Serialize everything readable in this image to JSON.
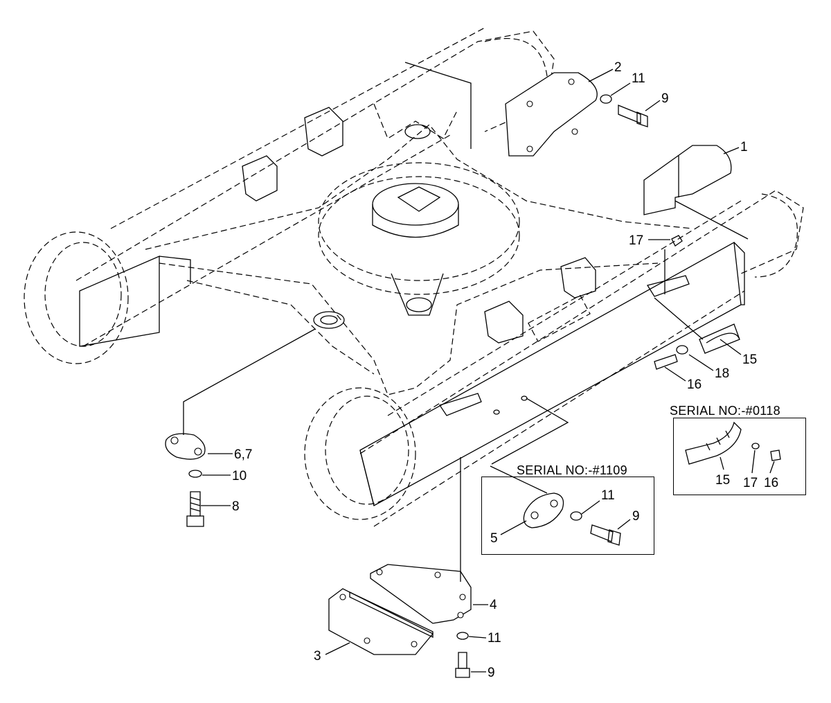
{
  "callouts": {
    "c1": "1",
    "c2": "2",
    "c3": "3",
    "c4": "4",
    "c5": "5",
    "c67": "6,7",
    "c8": "8",
    "c9_top": "9",
    "c9_inset": "9",
    "c9_bottom": "9",
    "c10": "10",
    "c11_top": "11",
    "c11_inset": "11",
    "c11_bottom": "11",
    "c15_main": "15",
    "c15_inset": "15",
    "c16_main": "16",
    "c16_inset": "16",
    "c17_main": "17",
    "c17_inset": "17",
    "c18": "18"
  },
  "insets": {
    "serial_0118": "SERIAL NO:-#0118",
    "serial_1109": "SERIAL NO:-#1109"
  }
}
